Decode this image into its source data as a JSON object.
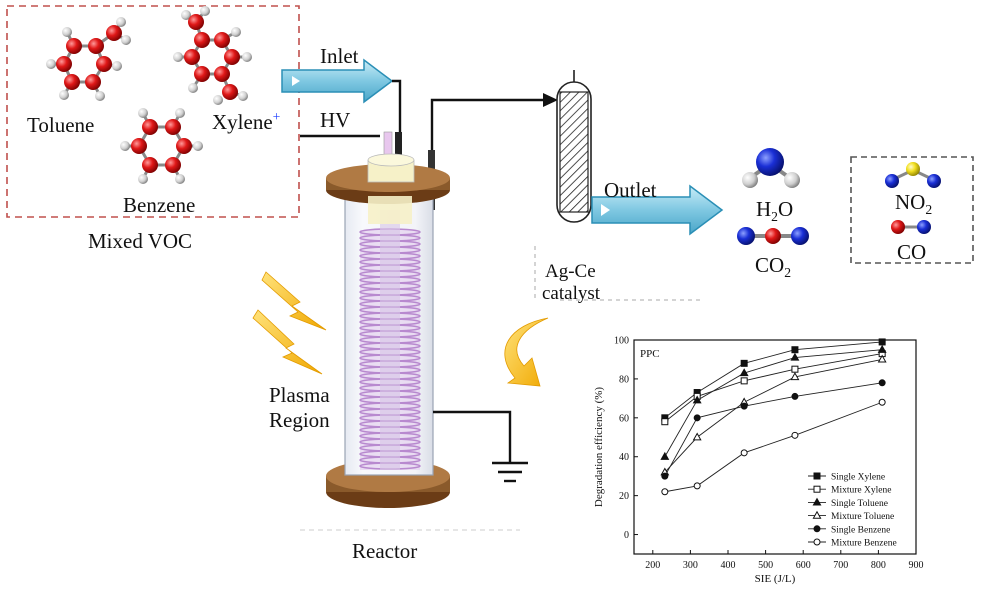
{
  "labels": {
    "toluene": "Toluene",
    "xylene": "Xylene",
    "xylene_mark": "+",
    "benzene": "Benzene",
    "mixed_voc": "Mixed VOC",
    "inlet": "Inlet",
    "hv": "HV",
    "outlet": "Outlet",
    "catalyst_line1": "Ag-Ce",
    "catalyst_line2": "catalyst",
    "plasma_line1": "Plasma",
    "plasma_line2": "Region",
    "reactor": "Reactor",
    "h2o_main": "H",
    "h2o_sub": "2",
    "h2o_tail": "O",
    "co2_main": "CO",
    "co2_sub": "2",
    "no2_main": "NO",
    "no2_sub": "2",
    "co": "CO"
  },
  "colors": {
    "oxygen": "#d61616",
    "carbon": "#e11a1a",
    "hydrogen": "#c8c8c8",
    "nitrogen": "#1a2fd6",
    "sulfur_yellow": "#f2e020",
    "arrow_fill": "#8fd0e6",
    "arrow_stroke": "#2b8fb6",
    "flange": "#8a5a2b",
    "coil": "#c9a7d8",
    "bolt": "#f5c400"
  },
  "chart_data": {
    "type": "line",
    "title": "PPC",
    "xlabel": "SIE (J/L)",
    "ylabel": "Degradation efficiency (%)",
    "xlim": [
      150,
      900
    ],
    "ylim": [
      -10,
      100
    ],
    "xticks": [
      200,
      300,
      400,
      500,
      600,
      700,
      800,
      900
    ],
    "yticks": [
      0,
      20,
      40,
      60,
      80,
      100
    ],
    "legend_position": "bottom-right",
    "series": [
      {
        "name": "Single Xylene",
        "marker": "square-filled",
        "x": [
          232,
          318,
          443,
          578,
          810
        ],
        "y": [
          60,
          73,
          88,
          95,
          99
        ]
      },
      {
        "name": "Mixture Xylene",
        "marker": "square-open",
        "x": [
          232,
          318,
          443,
          578,
          810
        ],
        "y": [
          58,
          71,
          79,
          85,
          93
        ]
      },
      {
        "name": "Single Toluene",
        "marker": "triangle-filled",
        "x": [
          232,
          318,
          443,
          578,
          810
        ],
        "y": [
          40,
          69,
          83,
          91,
          95
        ]
      },
      {
        "name": "Mixture Toluene",
        "marker": "triangle-open",
        "x": [
          232,
          318,
          443,
          578,
          810
        ],
        "y": [
          32,
          50,
          68,
          81,
          90
        ]
      },
      {
        "name": "Single Benzene",
        "marker": "circle-filled",
        "x": [
          232,
          318,
          443,
          578,
          810
        ],
        "y": [
          30,
          60,
          66,
          71,
          78
        ]
      },
      {
        "name": "Mixture Benzene",
        "marker": "circle-open",
        "x": [
          232,
          318,
          443,
          578,
          810
        ],
        "y": [
          22,
          25,
          42,
          51,
          68
        ]
      }
    ]
  }
}
